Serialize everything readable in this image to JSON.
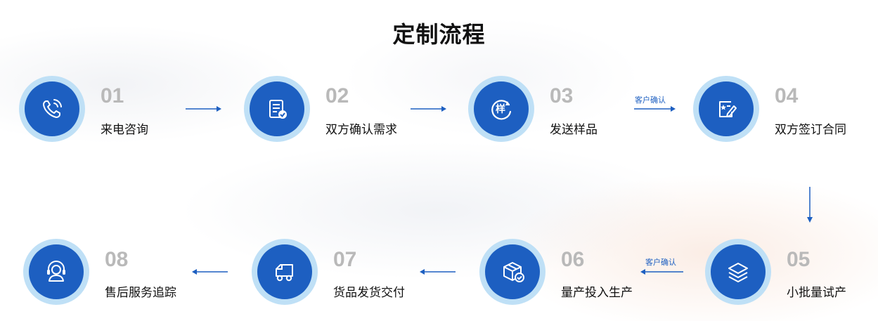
{
  "title": "定制流程",
  "steps": [
    {
      "num": "01",
      "label": "来电咨询",
      "icon": "phone-icon"
    },
    {
      "num": "02",
      "label": "双方确认需求",
      "icon": "document-check-icon"
    },
    {
      "num": "03",
      "label": "发送样品",
      "icon": "sample-icon",
      "icon_text": "样"
    },
    {
      "num": "04",
      "label": "双方签订合同",
      "icon": "contract-sign-icon"
    },
    {
      "num": "05",
      "label": "小批量试产",
      "icon": "layers-icon"
    },
    {
      "num": "06",
      "label": "量产投入生产",
      "icon": "box-check-icon"
    },
    {
      "num": "07",
      "label": "货品发货交付",
      "icon": "truck-icon"
    },
    {
      "num": "08",
      "label": "售后服务追踪",
      "icon": "headset-icon"
    }
  ],
  "arrow_notes": {
    "step3_to_4": "客户确认",
    "step5_to_6": "客户确认"
  },
  "colors": {
    "accent": "#1d5fc1",
    "ring": "#bfe0f6",
    "number": "#b9b9b9"
  }
}
